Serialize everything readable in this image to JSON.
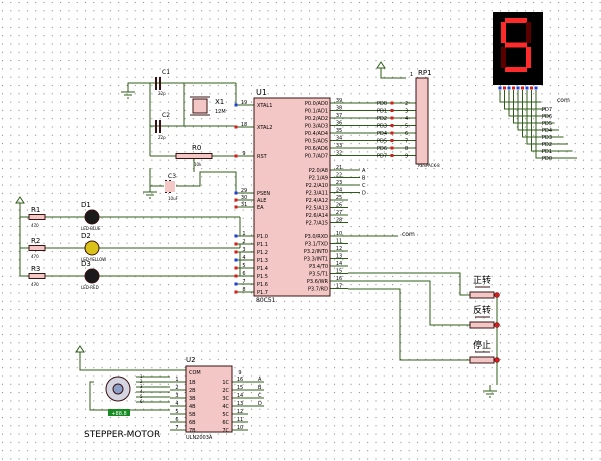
{
  "colors": {
    "wire": "#2d5c16",
    "body": "#f3c7c5",
    "outline": "#3a1010",
    "text": "#000000",
    "pin_red": "#d91a1a",
    "pin_blue": "#1f3fd9",
    "seg_bg": "#000000",
    "seg_on": "#ff2a2a",
    "seg_off": "#5a0000",
    "motor_label_bg": "#178a22"
  },
  "crystal_section": {
    "c1_ref": "C1",
    "c1_value": "22p",
    "c2_ref": "C2",
    "c2_value": "22p",
    "x1_ref": "X1",
    "x1_value": "12M",
    "r0_ref": "R0",
    "r0_value": "10k",
    "c3_ref": "C3",
    "c3_value": "10uF"
  },
  "mcu": {
    "ref": "U1",
    "part": "80C51",
    "left_pins": [
      {
        "name": "XTAL1",
        "num": "19"
      },
      {
        "name": "XTAL2",
        "num": "18"
      },
      {
        "name": "RST",
        "num": "9"
      },
      {
        "name": "PSEN",
        "num": "29"
      },
      {
        "name": "ALE",
        "num": "30"
      },
      {
        "name": "EA",
        "num": "31"
      },
      {
        "name": "P1.0",
        "num": "1"
      },
      {
        "name": "P1.1",
        "num": "2"
      },
      {
        "name": "P1.2",
        "num": "3"
      },
      {
        "name": "P1.3",
        "num": "4"
      },
      {
        "name": "P1.4",
        "num": "5"
      },
      {
        "name": "P1.5",
        "num": "6"
      },
      {
        "name": "P1.6",
        "num": "7"
      },
      {
        "name": "P1.7",
        "num": "8"
      }
    ],
    "p0_pins": [
      {
        "name": "P0.0/AD0",
        "num": "39"
      },
      {
        "name": "P0.1/AD1",
        "num": "38"
      },
      {
        "name": "P0.2/AD2",
        "num": "37"
      },
      {
        "name": "P0.3/AD3",
        "num": "36"
      },
      {
        "name": "P0.4/AD4",
        "num": "35"
      },
      {
        "name": "P0.5/AD5",
        "num": "34"
      },
      {
        "name": "P0.6/AD6",
        "num": "33"
      },
      {
        "name": "P0.7/AD7",
        "num": "32"
      }
    ],
    "p2_pins": [
      {
        "name": "P2.0/A8",
        "num": "21",
        "net": "A"
      },
      {
        "name": "P2.1/A9",
        "num": "22",
        "net": "B"
      },
      {
        "name": "P2.2/A10",
        "num": "23",
        "net": "C"
      },
      {
        "name": "P2.3/A11",
        "num": "24",
        "net": "D"
      },
      {
        "name": "P2.4/A12",
        "num": "25",
        "net": ""
      },
      {
        "name": "P2.5/A13",
        "num": "26",
        "net": ""
      },
      {
        "name": "P2.6/A14",
        "num": "27",
        "net": ""
      },
      {
        "name": "P2.7/A15",
        "num": "28",
        "net": ""
      }
    ],
    "p3_pins": [
      {
        "name": "P3.0/RXD",
        "num": "10"
      },
      {
        "name": "P3.1/TXD",
        "num": "11"
      },
      {
        "name": "P3.2/INT0",
        "num": "12"
      },
      {
        "name": "P3.3/INT1",
        "num": "13"
      },
      {
        "name": "P3.4/T0",
        "num": "14"
      },
      {
        "name": "P3.5/T1",
        "num": "15"
      },
      {
        "name": "P3.6/WR",
        "num": "16"
      },
      {
        "name": "P3.7/RD",
        "num": "17"
      }
    ]
  },
  "p0_nets": [
    "PD0",
    "PD1",
    "PD2",
    "PD3",
    "PD4",
    "PD5",
    "PD6",
    "PD7"
  ],
  "p0_wire_nums": [
    "2",
    "3",
    "4",
    "5",
    "6",
    "7",
    "8",
    "9"
  ],
  "rp1": {
    "ref": "RP1",
    "part": "RESPACK-8",
    "pin1": "1"
  },
  "seven_seg": {
    "digit": "5",
    "com_label": "com",
    "nets": [
      "PD7",
      "PD6",
      "PD5",
      "PD4",
      "PD3",
      "PD2",
      "PD1",
      "PD0"
    ]
  },
  "com_net": "com",
  "leds": [
    {
      "r_ref": "R1",
      "r_value": "470",
      "d_ref": "D1",
      "d_part": "LED-BLUE",
      "color": "#1a1a1a"
    },
    {
      "r_ref": "R2",
      "r_value": "470",
      "d_ref": "D2",
      "d_part": "LED-YELLOW",
      "color": "#d9c21a"
    },
    {
      "r_ref": "R3",
      "r_value": "470",
      "d_ref": "D3",
      "d_part": "LED-RED",
      "color": "#1a1a1a"
    }
  ],
  "buttons": [
    "正转",
    "反转",
    "停止"
  ],
  "driver": {
    "ref": "U2",
    "part": "ULN2003A",
    "com_label": "COM",
    "left_pins": [
      {
        "name": "1B",
        "num": "1"
      },
      {
        "name": "2B",
        "num": "2"
      },
      {
        "name": "3B",
        "num": "3"
      },
      {
        "name": "4B",
        "num": "4"
      },
      {
        "name": "5B",
        "num": "5"
      },
      {
        "name": "6B",
        "num": "6"
      },
      {
        "name": "7B",
        "num": "7"
      }
    ],
    "right_pins": [
      {
        "name": "1C",
        "num": "16"
      },
      {
        "name": "2C",
        "num": "15"
      },
      {
        "name": "3C",
        "num": "14"
      },
      {
        "name": "4C",
        "num": "13"
      },
      {
        "name": "5C",
        "num": "12"
      },
      {
        "name": "6C",
        "num": "11"
      },
      {
        "name": "7C",
        "num": "10"
      }
    ],
    "com_num": "9",
    "out_nets": [
      "A",
      "B",
      "C",
      "D"
    ]
  },
  "motor": {
    "label": "STEPPER-MOTOR",
    "readout": "+88.8",
    "pins": [
      "1",
      "2",
      "3",
      "4",
      "5",
      "6"
    ]
  }
}
